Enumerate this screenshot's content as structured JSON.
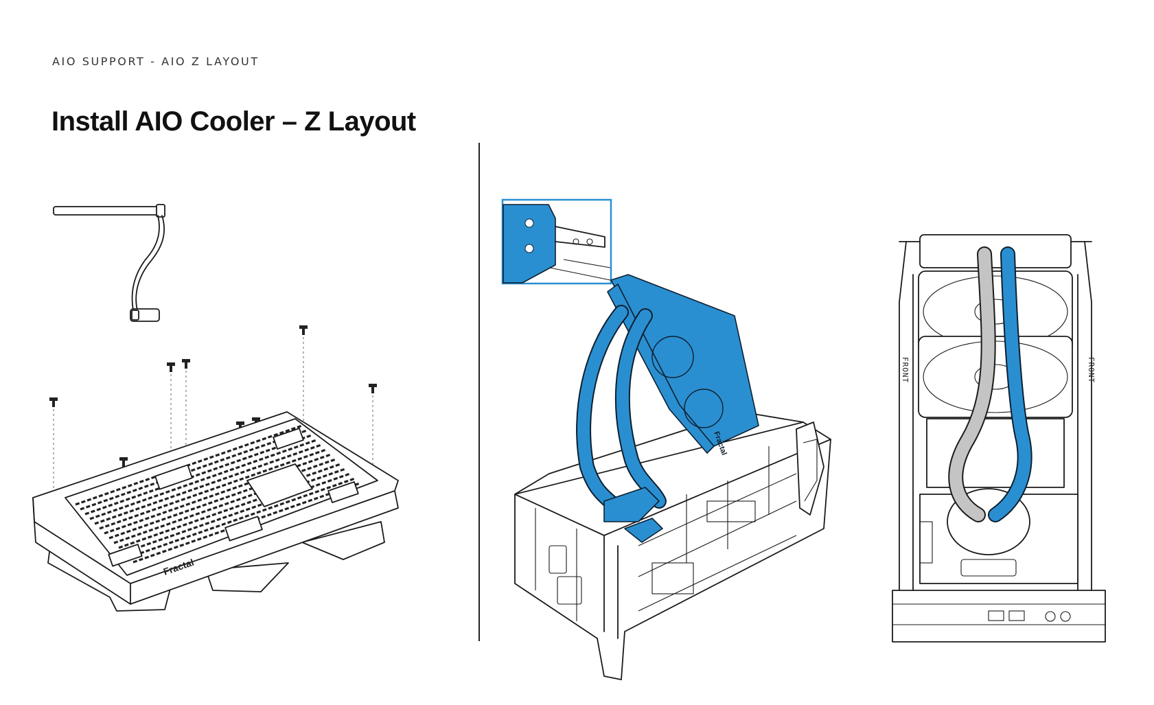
{
  "breadcrumb": "AIO SUPPORT - AIO Z LAYOUT",
  "title": "Install AIO Cooler – Z Layout",
  "illustrations": {
    "radiator": {
      "brand_text": "Fractal"
    },
    "case_side": {
      "brand_text": "Fractal"
    },
    "case_top": {
      "label_left": "FRONT",
      "label_right": "FRONT"
    }
  },
  "colors": {
    "highlight": "#2a8fd1",
    "hose_grey": "#c4c4c4",
    "line": "#1a1a1a"
  }
}
